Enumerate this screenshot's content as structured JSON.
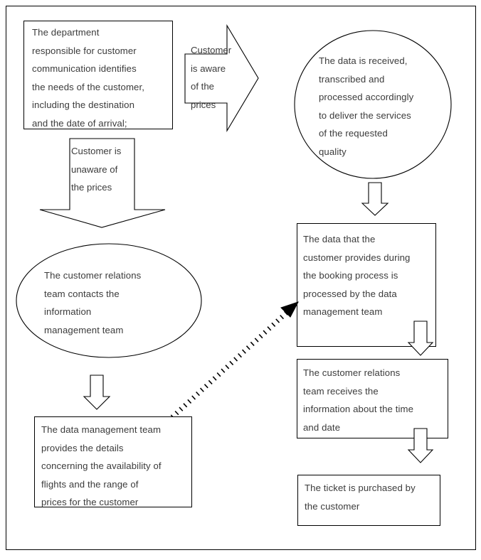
{
  "diagram": {
    "title": "Airline booking process flowchart",
    "stroke_color": "#000000",
    "text_color": "#3b3b3b",
    "background_color": "#ffffff",
    "nodes": [
      {
        "id": "department-box",
        "shape": "rectangle",
        "text": "The department\nresponsible for customer\ncommunication identifies\nthe needs of the customer,\nincluding the destination\nand the date of arrival;"
      },
      {
        "id": "data-received-circle",
        "shape": "ellipse",
        "text": "The data is received,\ntranscribed and\nprocessed accordingly\nto deliver the services\nof the requested\nquality"
      },
      {
        "id": "customer-relations-ellipse",
        "shape": "ellipse",
        "text": "The customer relations\nteam contacts the\ninformation\nmanagement team"
      },
      {
        "id": "data-management-details-box",
        "shape": "rectangle",
        "text": "The data management team\nprovides the details\nconcerning the availability of\nflights and the range of\nprices for the customer"
      },
      {
        "id": "booking-process-box",
        "shape": "rectangle",
        "text": "The data that the\ncustomer provides during\nthe booking process is\nprocessed by the data\nmanagement team"
      },
      {
        "id": "customer-relations-receives-box",
        "shape": "rectangle",
        "text": "The customer relations\nteam receives the\ninformation about the time\nand date"
      },
      {
        "id": "ticket-purchased-box",
        "shape": "rectangle",
        "text": "The ticket is purchased by\nthe customer"
      }
    ],
    "arrows": [
      {
        "id": "aware-arrow",
        "direction": "right",
        "style": "block-outline",
        "label": "Customer\nis aware\nof the\nprices"
      },
      {
        "id": "unaware-arrow",
        "direction": "down",
        "style": "block-outline",
        "label": "Customer is\nunaware of\nthe prices"
      },
      {
        "id": "circle-to-booking-arrow",
        "direction": "down",
        "style": "block-outline",
        "label": ""
      },
      {
        "id": "ellipse-to-details-arrow",
        "direction": "down",
        "style": "block-outline",
        "label": ""
      },
      {
        "id": "details-to-booking-dotted-arrow",
        "direction": "up-right",
        "style": "dotted-line",
        "label": ""
      },
      {
        "id": "booking-to-receives-arrow",
        "direction": "down",
        "style": "block-outline",
        "label": ""
      },
      {
        "id": "receives-to-ticket-arrow",
        "direction": "down",
        "style": "block-outline",
        "label": ""
      }
    ]
  }
}
